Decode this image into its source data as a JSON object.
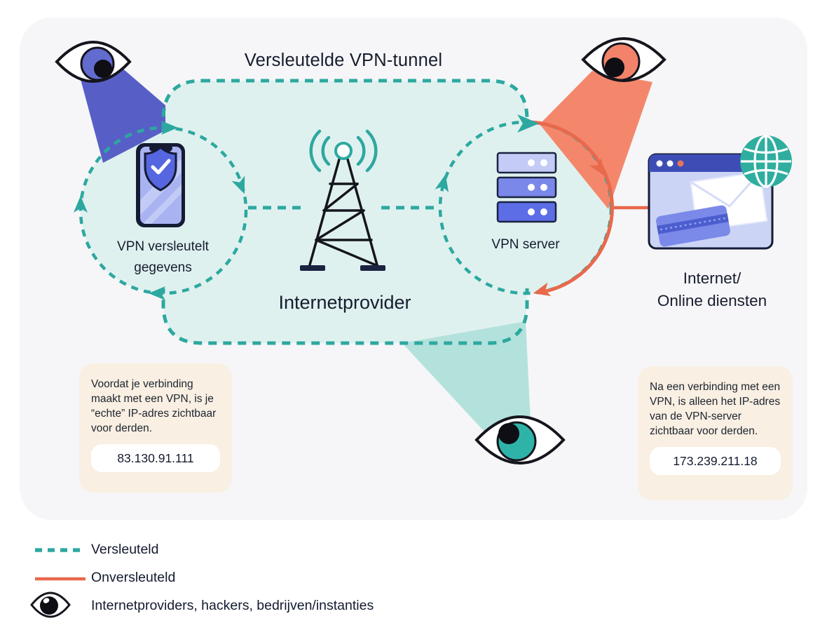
{
  "title": "Versleutelde VPN-tunnel",
  "nodes": {
    "phone": {
      "label": "VPN versleutelt\ngegevens",
      "icon": "phone-shield-icon"
    },
    "provider": {
      "label": "Internetprovider",
      "icon": "radio-tower-icon"
    },
    "server": {
      "label": "VPN server",
      "icon": "server-stack-icon"
    },
    "internet": {
      "label": "Internet/\nOnline diensten",
      "icon": "browser-globe-icon"
    }
  },
  "callouts": {
    "before": {
      "text": "Voordat je verbinding maakt met een VPN, is je “echte” IP-adres zichtbaar voor derden.",
      "ip": "83.130.91.111"
    },
    "after": {
      "text": "Na een verbinding met een VPN, is alleen het IP-adres van de VPN-server zichtbaar voor derden.",
      "ip": "173.239.211.18"
    }
  },
  "legend": [
    {
      "swatch": "encrypted-dashed-line",
      "label": "Versleuteld"
    },
    {
      "swatch": "unencrypted-solid-line",
      "label": "Onversleuteld"
    },
    {
      "swatch": "observer-eye-icon",
      "label": "Internetproviders, hackers, bedrijven/instanties"
    }
  ],
  "colors": {
    "encrypted_teal": "#2DA8A0",
    "unencrypted_orange": "#E8694C",
    "tunnel_fill": "#DFF1EF",
    "observer_purple_beam": "#575FC7",
    "observer_orange_beam": "#F4876B",
    "observer_teal_beam": "#B3E2DC",
    "iris_purple": "#626BCE",
    "iris_orange": "#F2836A",
    "iris_teal": "#2FB3A8",
    "callout_bg": "#F9EFE2",
    "panel_bg": "#F6F6F8",
    "ink": "#15151E"
  }
}
